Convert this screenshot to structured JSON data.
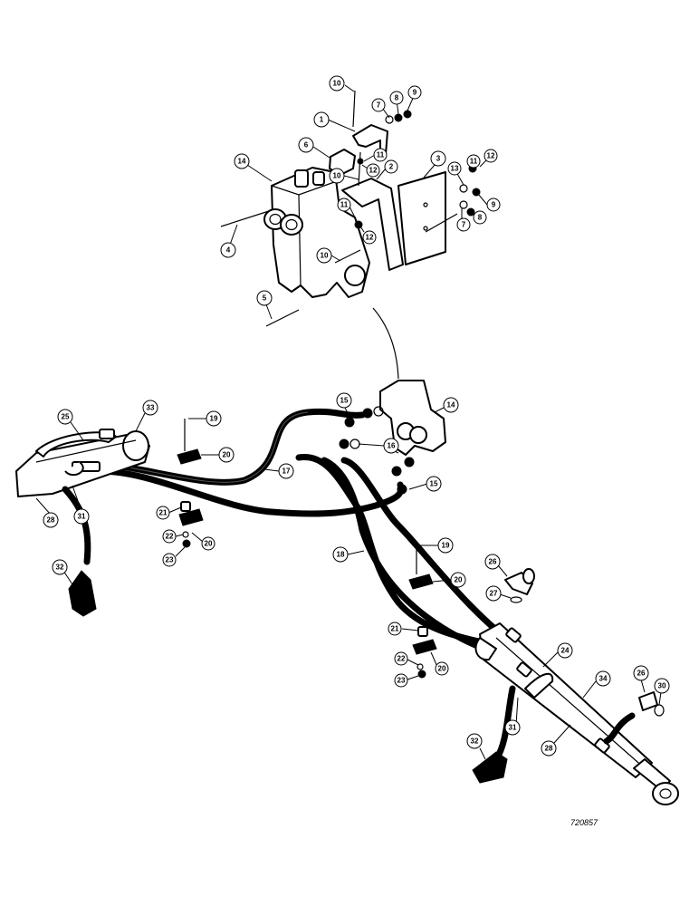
{
  "drawing_ref": "720857",
  "callouts": [
    {
      "id": "c10a",
      "label": "10"
    },
    {
      "id": "c7a",
      "label": "7"
    },
    {
      "id": "c8a",
      "label": "8"
    },
    {
      "id": "c9a",
      "label": "9"
    },
    {
      "id": "c1",
      "label": "1"
    },
    {
      "id": "c6",
      "label": "6"
    },
    {
      "id": "c11a",
      "label": "11"
    },
    {
      "id": "c14a",
      "label": "14"
    },
    {
      "id": "c10b",
      "label": "10"
    },
    {
      "id": "c12a",
      "label": "12"
    },
    {
      "id": "c2",
      "label": "2"
    },
    {
      "id": "c3",
      "label": "3"
    },
    {
      "id": "c13",
      "label": "13"
    },
    {
      "id": "c11b",
      "label": "11"
    },
    {
      "id": "c12b",
      "label": "12"
    },
    {
      "id": "c9b",
      "label": "9"
    },
    {
      "id": "c8b",
      "label": "8"
    },
    {
      "id": "c7b",
      "label": "7"
    },
    {
      "id": "c11c",
      "label": "11"
    },
    {
      "id": "c12c",
      "label": "12"
    },
    {
      "id": "c4",
      "label": "4"
    },
    {
      "id": "c10c",
      "label": "10"
    },
    {
      "id": "c5",
      "label": "5"
    },
    {
      "id": "c14b",
      "label": "14"
    },
    {
      "id": "c15a",
      "label": "15"
    },
    {
      "id": "c16",
      "label": "16"
    },
    {
      "id": "c15b",
      "label": "15"
    },
    {
      "id": "c25",
      "label": "25"
    },
    {
      "id": "c33",
      "label": "33"
    },
    {
      "id": "c19a",
      "label": "19"
    },
    {
      "id": "c20a",
      "label": "20"
    },
    {
      "id": "c17",
      "label": "17"
    },
    {
      "id": "c28a",
      "label": "28"
    },
    {
      "id": "c31a",
      "label": "31"
    },
    {
      "id": "c21a",
      "label": "21"
    },
    {
      "id": "c22a",
      "label": "22"
    },
    {
      "id": "c20b",
      "label": "20"
    },
    {
      "id": "c23a",
      "label": "23"
    },
    {
      "id": "c18",
      "label": "18"
    },
    {
      "id": "c19b",
      "label": "19"
    },
    {
      "id": "c32a",
      "label": "32"
    },
    {
      "id": "c26a",
      "label": "26"
    },
    {
      "id": "c20c",
      "label": "20"
    },
    {
      "id": "c27",
      "label": "27"
    },
    {
      "id": "c21b",
      "label": "21"
    },
    {
      "id": "c24",
      "label": "24"
    },
    {
      "id": "c22b",
      "label": "22"
    },
    {
      "id": "c20d",
      "label": "20"
    },
    {
      "id": "c23b",
      "label": "23"
    },
    {
      "id": "c34",
      "label": "34"
    },
    {
      "id": "c26b",
      "label": "26"
    },
    {
      "id": "c30",
      "label": "30"
    },
    {
      "id": "c31b",
      "label": "31"
    },
    {
      "id": "c32b",
      "label": "32"
    },
    {
      "id": "c28b",
      "label": "28"
    }
  ]
}
